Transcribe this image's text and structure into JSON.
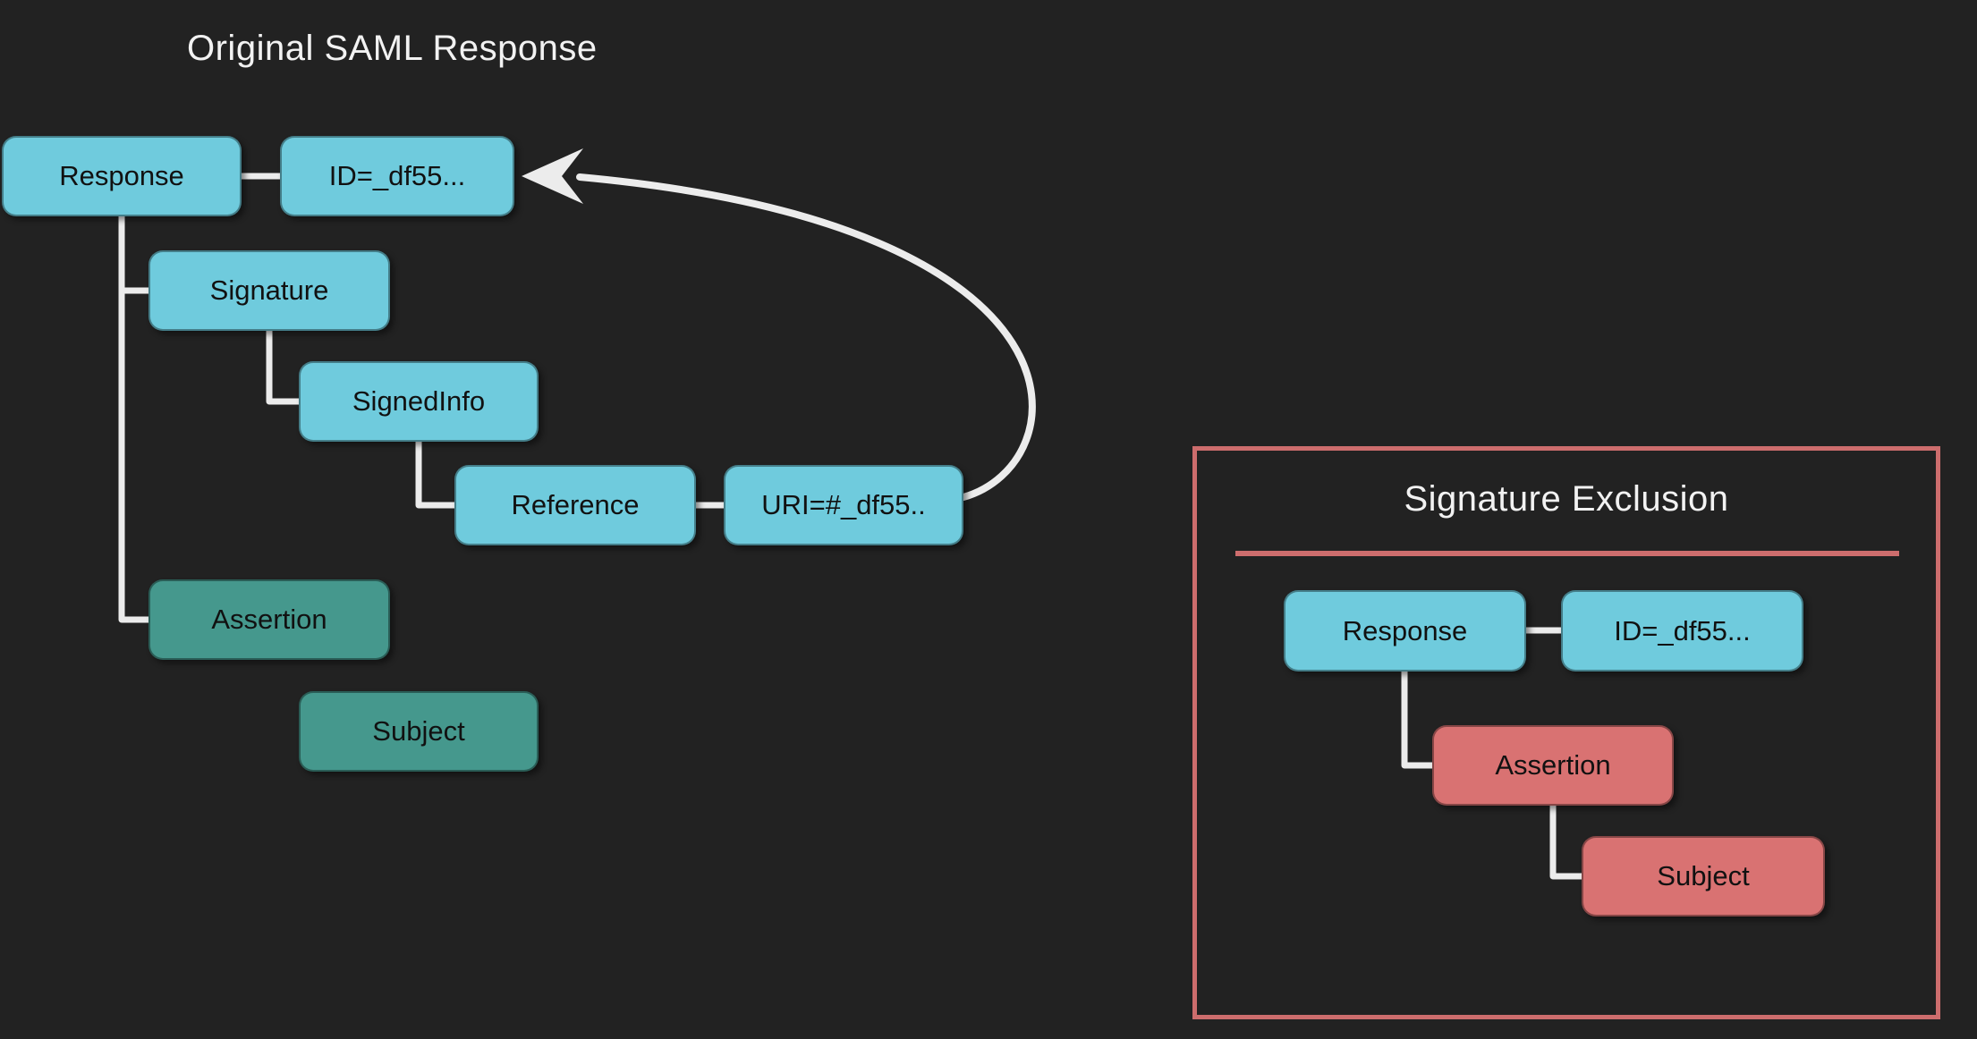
{
  "colors": {
    "background": "#222222",
    "cyan": "#6FCBDD",
    "teal": "#45988D",
    "salmon": "#D97272",
    "salmon_border": "#CD6D6D",
    "connector": "#ECECEC",
    "box_text": "#111111",
    "title_text": "#F2F2F2"
  },
  "diagram": {
    "title": "Original SAML Response",
    "nodes": {
      "response": "Response",
      "id": "ID=_df55...",
      "signature": "Signature",
      "signed_info": "SignedInfo",
      "reference": "Reference",
      "uri": "URI=#_df55..",
      "assertion": "Assertion",
      "subject": "Subject"
    }
  },
  "exclusion": {
    "title": "Signature Exclusion",
    "nodes": {
      "response": "Response",
      "id": "ID=_df55...",
      "assertion": "Assertion",
      "subject": "Subject"
    }
  }
}
